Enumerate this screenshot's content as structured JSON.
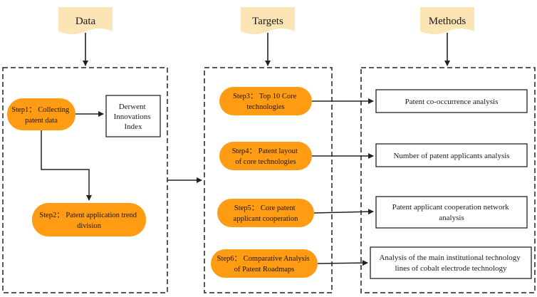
{
  "headers": {
    "data": "Data",
    "targets": "Targets",
    "methods": "Methods"
  },
  "steps": {
    "step1": [
      "Step1： Collecting",
      "patent data"
    ],
    "step2": [
      "Step2： Patent application trend",
      "division"
    ],
    "step3": [
      "Step3： Top 10 Core",
      "technologies"
    ],
    "step4": [
      "Step4： Patent layout",
      "of core technologies"
    ],
    "step5": [
      "Step5： Core patent",
      "applicant cooperation"
    ],
    "step6": [
      "Step6： Comparative Analysis",
      "of Patent Roadmaps"
    ]
  },
  "source": [
    "Derwent",
    "Innovations",
    "Index"
  ],
  "methods": {
    "m1": [
      "Patent co-occurrence analysis"
    ],
    "m2": [
      "Number of patent applicants analysis"
    ],
    "m3": [
      "Patent applicant cooperation network",
      "analysis"
    ],
    "m4": [
      "Analysis of the main institutional technology",
      "lines of cobalt electrode technology"
    ]
  },
  "colors": {
    "step_fill": "#ff9c14",
    "header_fill": "#fde4b4",
    "line": "#222222"
  }
}
